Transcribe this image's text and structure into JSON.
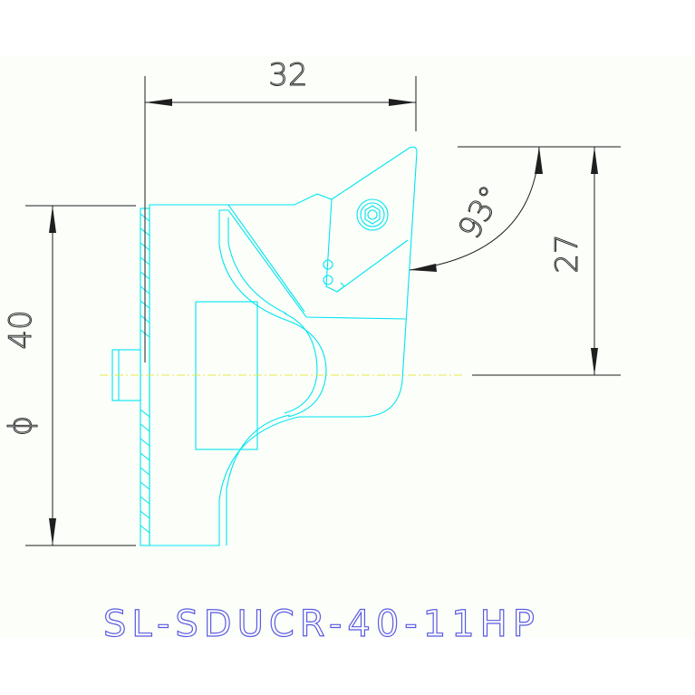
{
  "dimensions": {
    "width": "32",
    "height": "27",
    "diameter": "40",
    "diameter_symbol": "ϕ",
    "angle": "93°"
  },
  "part_number": "SL-SDUCR-40-11HP",
  "colors": {
    "part_outline": "#00e5f2",
    "dimension_lines": "#1f1f1f",
    "centerline": "#e8e64a",
    "part_number_text": "#5a5ae0",
    "panel_background": "#fbfef9"
  }
}
